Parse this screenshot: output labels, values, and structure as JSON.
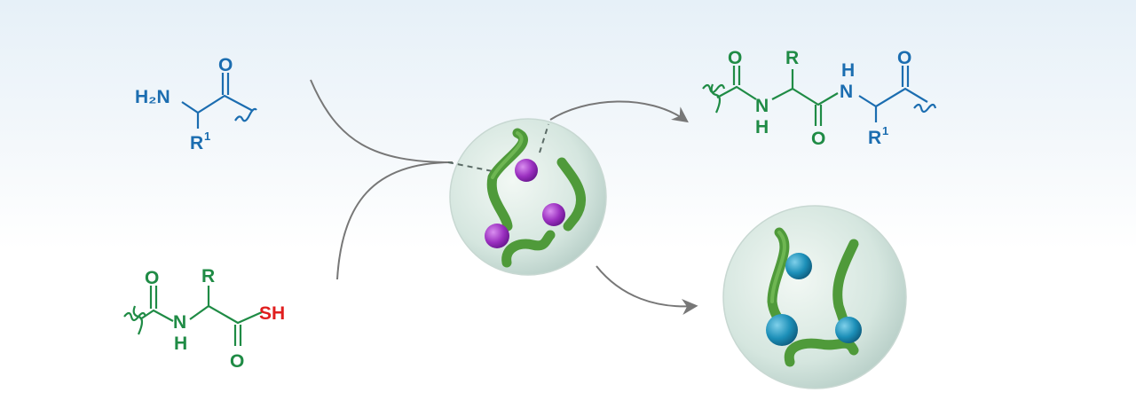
{
  "colors": {
    "amine": "#1b6db0",
    "peptide": "#1f8b45",
    "thiol": "#e01e1e",
    "catalyst_ball": "#9b30c0",
    "product_ball": "#1c8fb8"
  },
  "amine": {
    "amino": "H₂N",
    "oxygen": "O",
    "side_chain": "R",
    "side_chain_sup": "1"
  },
  "thioacid": {
    "oxygen_top": "O",
    "nitrogen": "N",
    "hydrogen": "H",
    "side_chain": "R",
    "thiol": "SH",
    "oxygen_bottom": "O"
  },
  "product": {
    "oxygen_1": "O",
    "nitrogen_1": "N",
    "hydrogen_1": "H",
    "side_chain": "R",
    "oxygen_2": "O",
    "nitrogen_2": "N",
    "hydrogen_2": "H",
    "side_chain_2": "R",
    "side_chain_2_sup": "1",
    "oxygen_3": "O"
  }
}
